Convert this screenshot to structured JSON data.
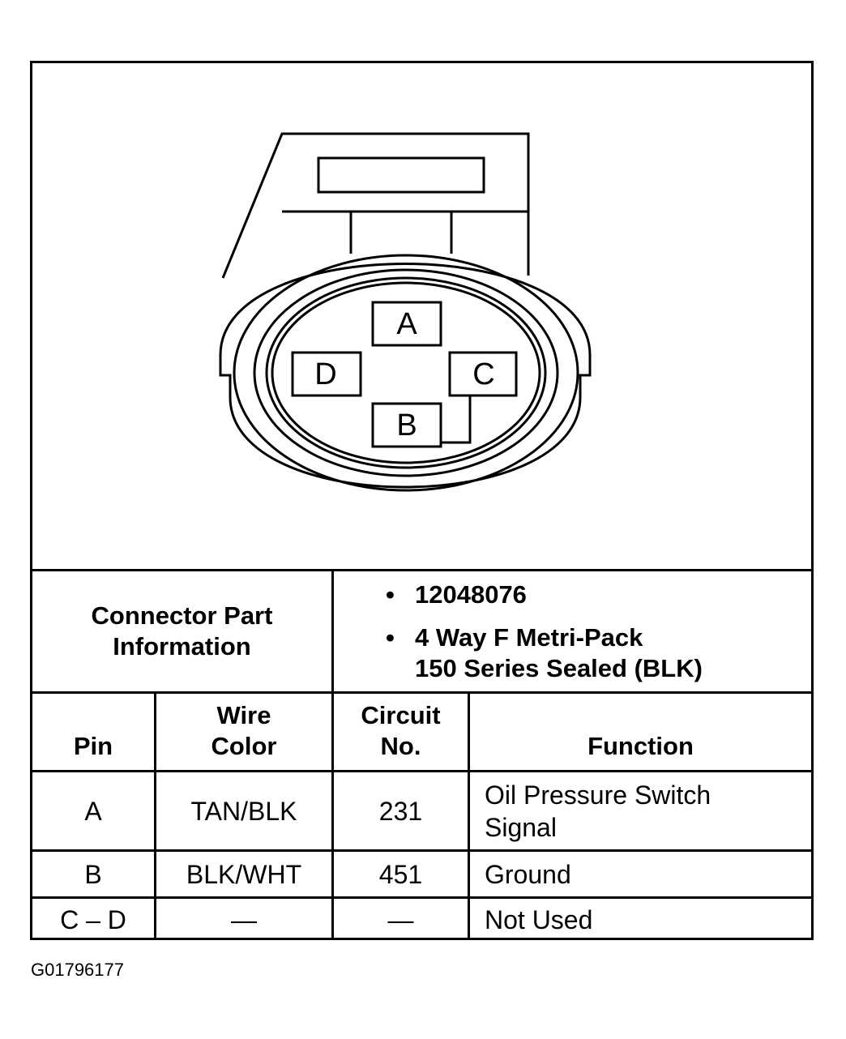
{
  "connector": {
    "pins": [
      "A",
      "B",
      "C",
      "D"
    ]
  },
  "part_info": {
    "label": "Connector Part Information",
    "items": [
      "12048076",
      "4 Way F Metri-Pack",
      "150 Series Sealed (BLK)"
    ]
  },
  "table": {
    "headers": {
      "pin": "Pin",
      "wire_line1": "Wire",
      "wire_line2": "Color",
      "circuit_line1": "Circuit",
      "circuit_line2": "No.",
      "function": "Function"
    },
    "rows": [
      {
        "pin": "A",
        "wire": "TAN/BLK",
        "circuit": "231",
        "function_line1": "Oil Pressure Switch",
        "function_line2": "Signal"
      },
      {
        "pin": "B",
        "wire": "BLK/WHT",
        "circuit": "451",
        "function_line1": "Ground",
        "function_line2": ""
      },
      {
        "pin": "C – D",
        "wire": "—",
        "circuit": "—",
        "function_line1": "Not Used",
        "function_line2": ""
      }
    ]
  },
  "figure_id": "G01796177"
}
